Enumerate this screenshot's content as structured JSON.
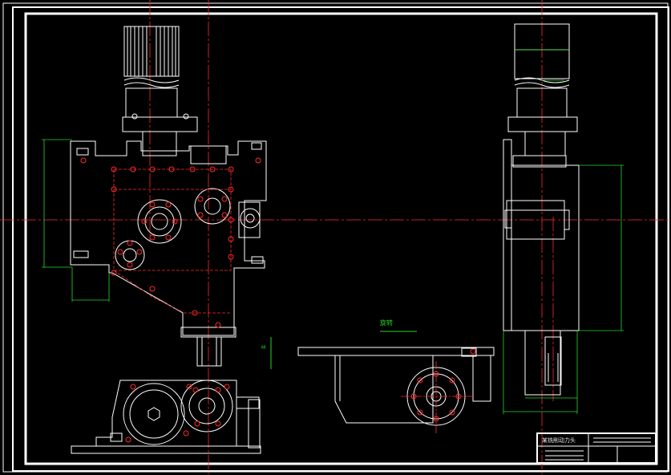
{
  "drawing": {
    "title_block_text": "某铣削动力头",
    "view_label": "旋转",
    "section_label": "M",
    "colors": {
      "background": "#000000",
      "line": "#ffffff",
      "center_line": "#ff2a2a",
      "dimension": "#29d729",
      "hidden_line": "#ff2a2a"
    }
  }
}
